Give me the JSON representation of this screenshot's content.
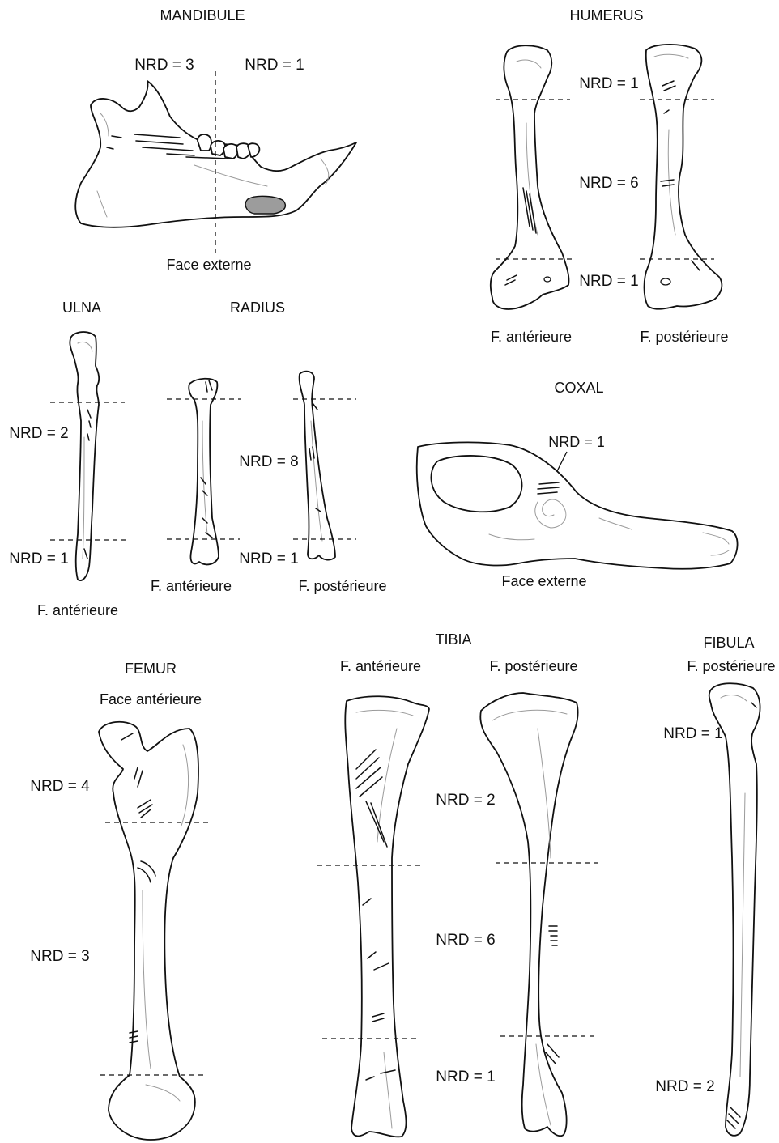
{
  "colors": {
    "ink": "#111111",
    "detail": "#9a9a9a",
    "shade": "#9c9c9c",
    "background": "#ffffff"
  },
  "mandibule": {
    "title": "MANDIBULE",
    "nrd_left": "NRD = 3",
    "nrd_right": "NRD = 1",
    "view": "Face externe"
  },
  "humerus": {
    "title": "HUMERUS",
    "nrd_top": "NRD = 1",
    "nrd_mid": "NRD = 6",
    "nrd_bottom": "NRD = 1",
    "view_left": "F. antérieure",
    "view_right": "F. postérieure"
  },
  "ulna": {
    "title": "ULNA",
    "nrd_top": "NRD = 2",
    "nrd_bottom": "NRD = 1",
    "view": "F. antérieure"
  },
  "radius": {
    "title": "RADIUS",
    "nrd_mid": "NRD = 8",
    "nrd_bottom": "NRD = 1",
    "view_left": "F. antérieure",
    "view_right": "F. postérieure"
  },
  "coxal": {
    "title": "COXAL",
    "nrd": "NRD = 1",
    "view": "Face externe"
  },
  "femur": {
    "title": "FEMUR",
    "view": "Face antérieure",
    "nrd_top": "NRD = 4",
    "nrd_mid": "NRD = 3"
  },
  "tibia": {
    "title": "TIBIA",
    "view_left": "F. antérieure",
    "view_right": "F. postérieure",
    "nrd_top": "NRD = 2",
    "nrd_mid": "NRD = 6",
    "nrd_bottom": "NRD = 1"
  },
  "fibula": {
    "title": "FIBULA",
    "view": "F. postérieure",
    "nrd_top": "NRD = 1",
    "nrd_bottom": "NRD = 2"
  }
}
